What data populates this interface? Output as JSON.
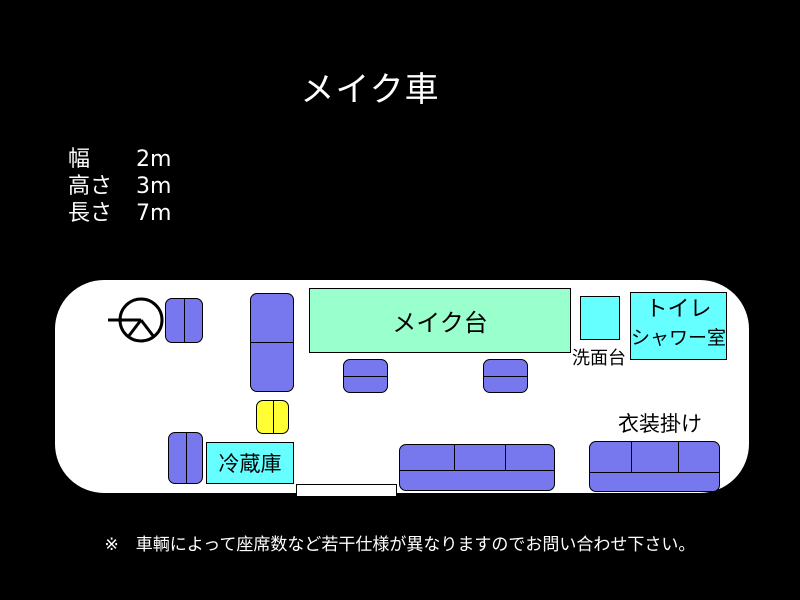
{
  "title": "メイク車",
  "specs": [
    {
      "label": "幅",
      "value": "2m"
    },
    {
      "label": "高さ",
      "value": "3m"
    },
    {
      "label": "長さ",
      "value": "7m"
    }
  ],
  "layout": {
    "makeup_table": "メイク台",
    "sink": "洗面台",
    "toilet_line1": "トイレ",
    "toilet_line2": "シャワー室",
    "refrigerator": "冷蔵庫",
    "hanger": "衣装掛け"
  },
  "note": "※　車輌によって座席数など若干仕様が異なりますのでお問い合わせ下さい。",
  "colors": {
    "seat": "#7777ee",
    "makeup_table": "#99ffcc",
    "sink": "#66ffff",
    "toilet": "#66ffff",
    "refrigerator": "#66ffff",
    "small_item": "#ffff33"
  }
}
